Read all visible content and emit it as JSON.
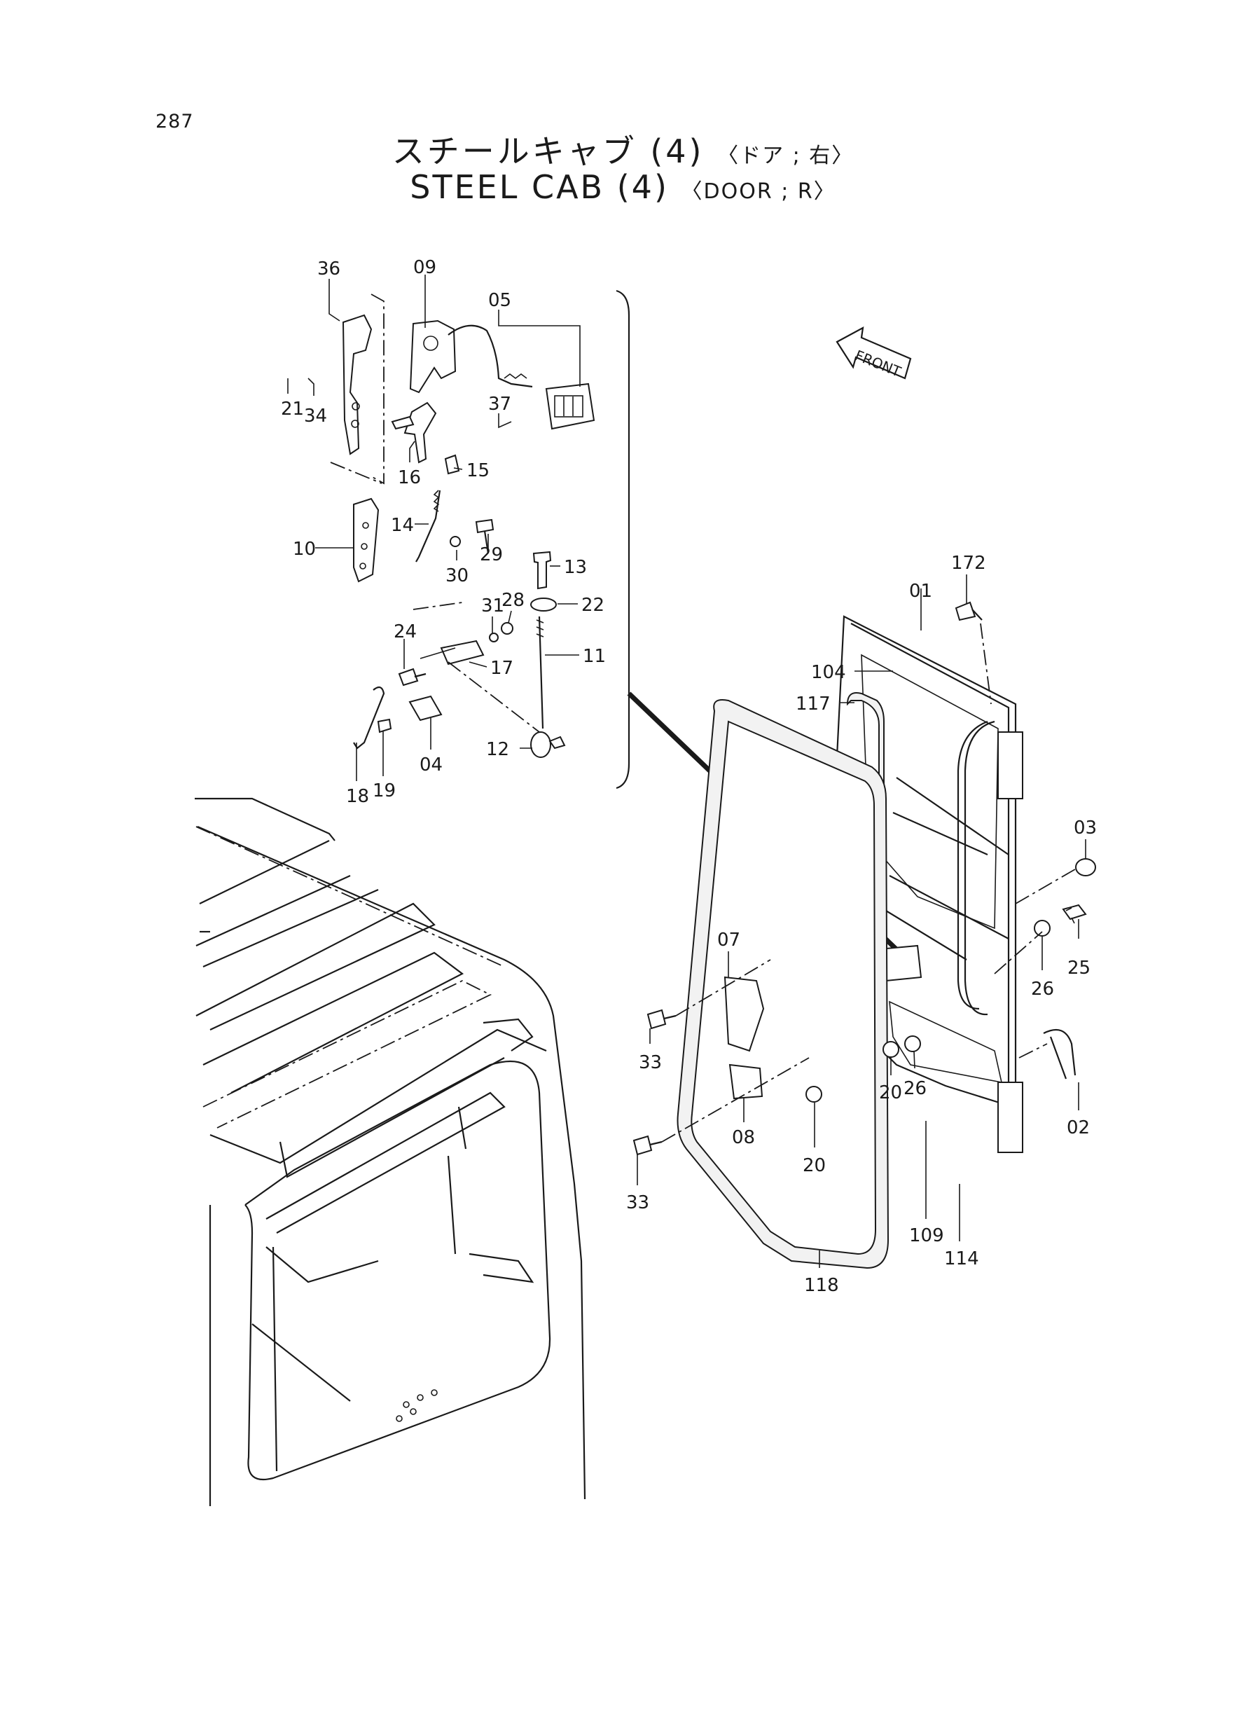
{
  "page_number": "287",
  "title": {
    "japanese": "スチールキャブ (4)",
    "japanese_sub": "〈ドア ; 右〉",
    "english": "STEEL CAB (4)",
    "english_sub": "〈DOOR ; R〉"
  },
  "front_arrow_label": "FRONT",
  "callouts": {
    "c36": "36",
    "c09": "09",
    "c05": "05",
    "c21": "21",
    "c34": "34",
    "c37": "37",
    "c16": "16",
    "c15": "15",
    "c10": "10",
    "c14": "14",
    "c30": "30",
    "c29": "29",
    "c13": "13",
    "c22": "22",
    "c31": "31",
    "c28": "28",
    "c24": "24",
    "c17": "17",
    "c11": "11",
    "c12": "12",
    "c18": "18",
    "c19": "19",
    "c04": "04",
    "c172": "172",
    "c01": "01",
    "c104": "104",
    "c117": "117",
    "c03": "03",
    "c25": "25",
    "c26a": "26",
    "c07": "07",
    "c33a": "33",
    "c20a": "20",
    "c26b": "26",
    "c02": "02",
    "c08": "08",
    "c33b": "33",
    "c20b": "20",
    "c109": "109",
    "c114": "114",
    "c118": "118"
  }
}
